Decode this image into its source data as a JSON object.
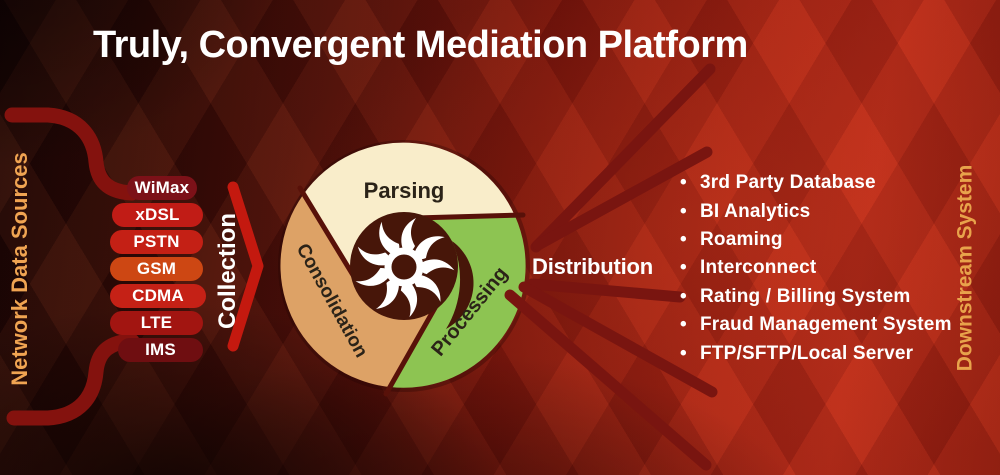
{
  "title": "Truly, Convergent Mediation Platform",
  "left": {
    "vertical_label": "Network Data Sources",
    "collection_label": "Collection",
    "sources": [
      {
        "label": "WiMax",
        "color": "#7c1118"
      },
      {
        "label": "xDSL",
        "color": "#c11c16"
      },
      {
        "label": "PSTN",
        "color": "#c42015"
      },
      {
        "label": "GSM",
        "color": "#cd4713"
      },
      {
        "label": "CDMA",
        "color": "#c52116"
      },
      {
        "label": "LTE",
        "color": "#a21511"
      },
      {
        "label": "IMS",
        "color": "#6f0e11"
      }
    ]
  },
  "wheel": {
    "segments": [
      {
        "label": "Parsing",
        "color": "#f9edca"
      },
      {
        "label": "Consolidation",
        "color": "#dda266"
      },
      {
        "label": "Processing",
        "color": "#8dc452"
      }
    ],
    "hub_color": "#471609"
  },
  "right": {
    "distribution_label": "Distribution",
    "vertical_label": "Downstream System",
    "bullet": "•",
    "destinations": [
      "3rd Party Database",
      "BI Analytics",
      "Roaming",
      "Interconnect",
      "Rating / Billing System",
      "Fraud Management System",
      "FTP/SFTP/Local Server"
    ]
  },
  "colors": {
    "background_red": "#b52818",
    "accent_orange": "#eca24e",
    "chevron_red": "#c4190f",
    "bracket_red": "#84120e",
    "ray_red": "#791510",
    "slit_dark": "#581109",
    "text_white": "#ffffff"
  }
}
